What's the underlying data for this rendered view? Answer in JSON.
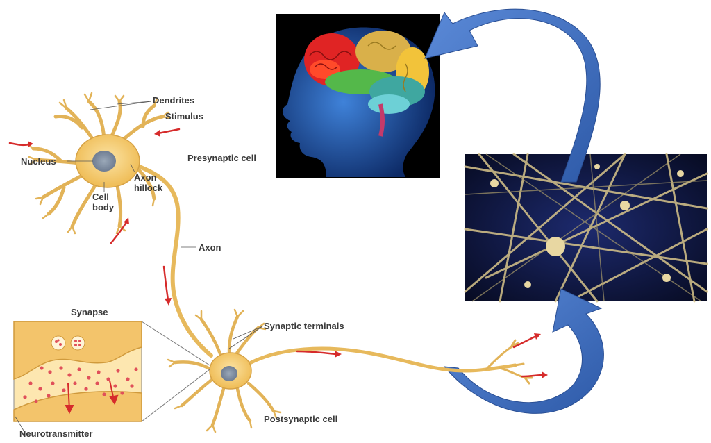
{
  "labels": {
    "dendrites": "Dendrites",
    "stimulus": "Stimulus",
    "presynaptic_cell": "Presynaptic cell",
    "nucleus": "Nucleus",
    "axon_hillock": "Axon hillock",
    "cell_body": "Cell body",
    "axon": "Axon",
    "synapse": "Synapse",
    "synaptic_terminals": "Synaptic terminals",
    "neurotransmitter": "Neurotransmitter",
    "postsynaptic_cell": "Postsynaptic cell"
  },
  "colors": {
    "neuron": "#f3c86b",
    "neuron_edge": "#c99a3a",
    "signal_arrow": "#d62b2b",
    "flow_arrow": "#3d6fc2",
    "brain_background": "#000000",
    "network_background": "#0b1030"
  },
  "images": {
    "brain": "human-head-brain-image",
    "network": "neural-network-image"
  }
}
